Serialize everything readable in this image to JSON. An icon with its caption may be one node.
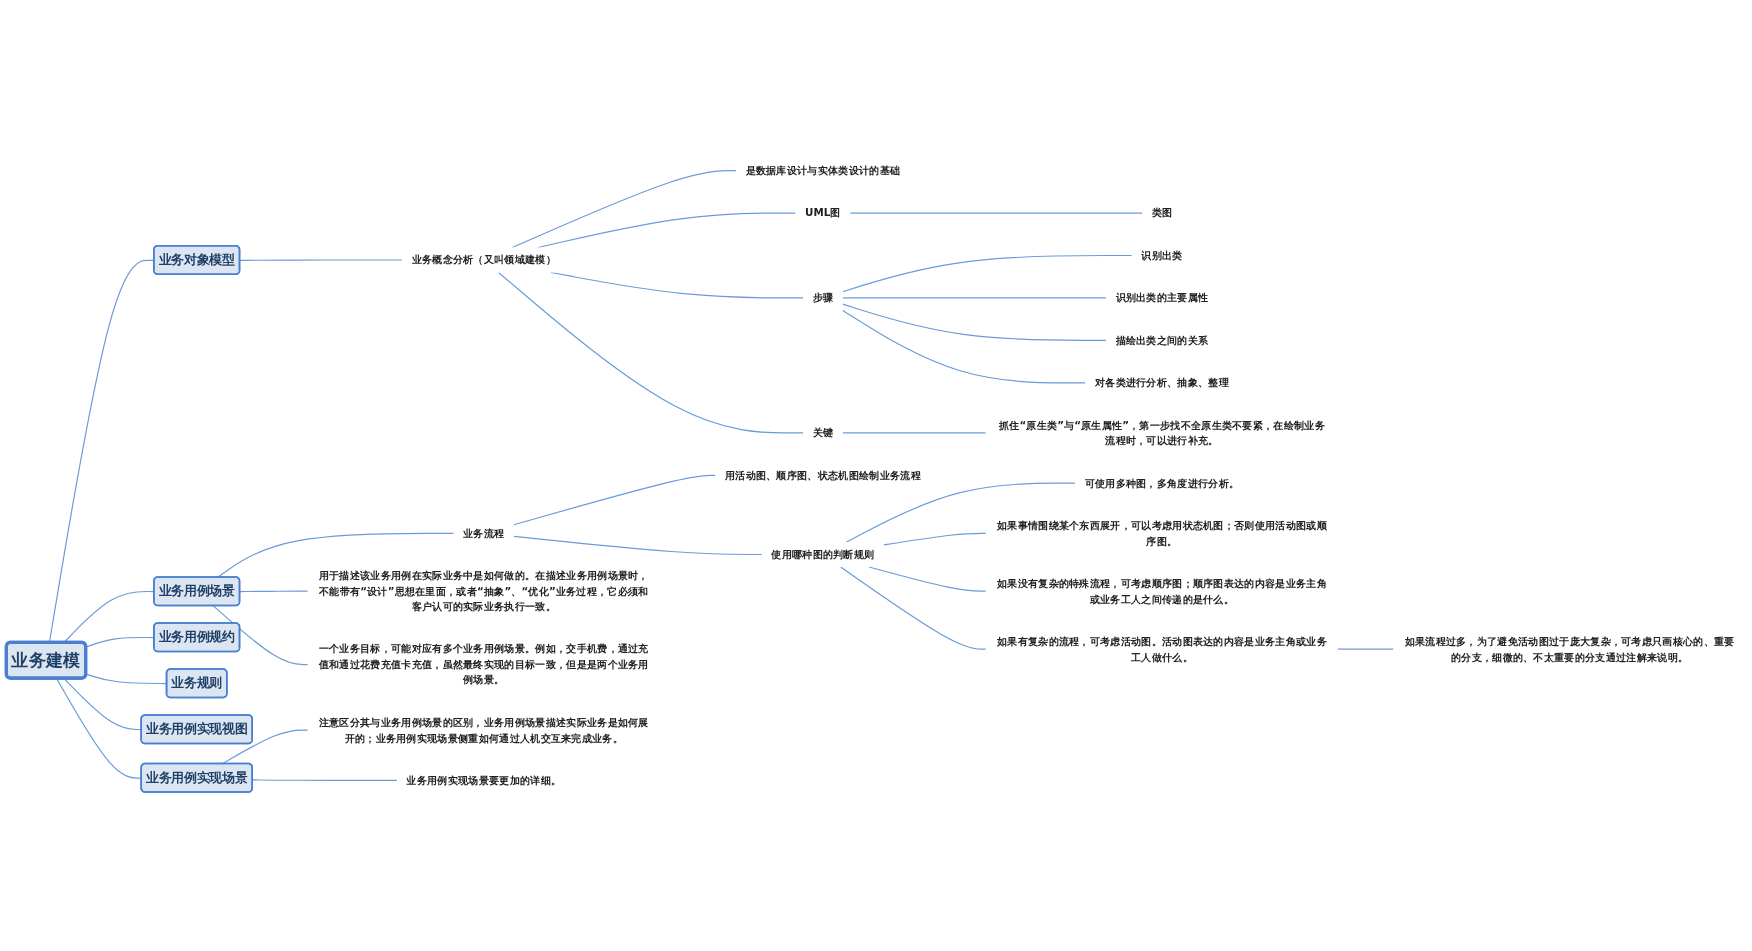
{
  "diagram": {
    "nodes": [
      {
        "text": [
          "业务建模"
        ]
      },
      {
        "text": [
          "业务对象模型"
        ]
      },
      {
        "text": [
          "业务概念分析（又叫领域建模）"
        ]
      },
      {
        "text": [
          "是数据库设计与实体类设计的基础"
        ]
      },
      {
        "text": [
          "UML图"
        ]
      },
      {
        "text": [
          "类图"
        ]
      },
      {
        "text": [
          "步骤"
        ]
      },
      {
        "text": [
          "识别出类"
        ]
      },
      {
        "text": [
          "识别出类的主要属性"
        ]
      },
      {
        "text": [
          "描绘出类之间的关系"
        ]
      },
      {
        "text": [
          "对各类进行分析、抽象、整理"
        ]
      },
      {
        "text": [
          "关键"
        ]
      },
      {
        "text": [
          "抓住“原生类”与“原生属性”，第一步找不全原生类不要紧，在绘制业务流程时，可以进行补充。"
        ]
      },
      {
        "text": [
          "业务用例场景"
        ]
      },
      {
        "text": [
          "业务流程"
        ]
      },
      {
        "text": [
          "用活动图、顺序图、状态机图绘制业务流程"
        ]
      },
      {
        "text": [
          "使用哪种图的判断规则"
        ]
      },
      {
        "text": [
          "可使用多种图，多角度进行分析。"
        ]
      },
      {
        "text": [
          "如果事情围绕某个东西展开，可以考虑用状态机图；否则使用活动图或顺序图。"
        ]
      },
      {
        "text": [
          "如果没有复杂的特殊流程，可考虑顺序图；顺序图表达的内容是业务主角或业务工人之间传递的是什么。"
        ]
      },
      {
        "text": [
          "如果有复杂的流程，可考虑活动图。活动图表达的内容是业务主角或业务工人做什么。"
        ]
      },
      {
        "text": [
          "如果流程过多，为了避免活动图过于庞大复杂，可考虑只画核心的、重要的分支，细微的、不太重要的分支通过注解来说明。"
        ]
      },
      {
        "text": [
          "用于描述该业务用例在实际业务中是如何做的。在描述业务用例场景时，不能带有“设计”思想在里面，或者“抽象”、“优化”业务过程，它必须和客户认可的实际业务执行一致。"
        ]
      },
      {
        "text": [
          "一个业务目标，可能对应有多个业务用例场景。例如，交手机费，通过充值和通过花费充值卡充值，虽然最终实现的目标一致，但是是两个业务用例场景。"
        ]
      },
      {
        "text": [
          "业务用例规约"
        ]
      },
      {
        "text": [
          "业务规则"
        ]
      },
      {
        "text": [
          "业务用例实现视图"
        ]
      },
      {
        "text": [
          "业务用例实现场景"
        ]
      },
      {
        "text": [
          "注意区分其与业务用例场景的区别，业务用例场景描述实际业务是如何展开的；业务用例实现场景侧重如何通过人机交互来完成业务。"
        ]
      },
      {
        "text": [
          "业务用例实现场景要更加的详细。"
        ]
      }
    ],
    "edges": [
      {
        "from": 0,
        "to": 1,
        "arrow": "none"
      },
      {
        "from": 1,
        "to": 2,
        "arrow": "none"
      },
      {
        "from": 2,
        "to": 3,
        "arrow": "none"
      },
      {
        "from": 2,
        "to": 4,
        "arrow": "none"
      },
      {
        "from": 4,
        "to": 5,
        "arrow": "none"
      },
      {
        "from": 2,
        "to": 6,
        "arrow": "none"
      },
      {
        "from": 6,
        "to": 7,
        "arrow": "none"
      },
      {
        "from": 6,
        "to": 8,
        "arrow": "none"
      },
      {
        "from": 6,
        "to": 9,
        "arrow": "none"
      },
      {
        "from": 6,
        "to": 10,
        "arrow": "none"
      },
      {
        "from": 2,
        "to": 11,
        "arrow": "none"
      },
      {
        "from": 11,
        "to": 12,
        "arrow": "none"
      },
      {
        "from": 0,
        "to": 13,
        "arrow": "none"
      },
      {
        "from": 13,
        "to": 14,
        "arrow": "none"
      },
      {
        "from": 14,
        "to": 15,
        "arrow": "none"
      },
      {
        "from": 14,
        "to": 16,
        "arrow": "none"
      },
      {
        "from": 16,
        "to": 17,
        "arrow": "none"
      },
      {
        "from": 16,
        "to": 18,
        "arrow": "none"
      },
      {
        "from": 16,
        "to": 19,
        "arrow": "none"
      },
      {
        "from": 16,
        "to": 20,
        "arrow": "none"
      },
      {
        "from": 20,
        "to": 21,
        "arrow": "none"
      },
      {
        "from": 13,
        "to": 22,
        "arrow": "none"
      },
      {
        "from": 13,
        "to": 23,
        "arrow": "none"
      },
      {
        "from": 0,
        "to": 24,
        "arrow": "none"
      },
      {
        "from": 0,
        "to": 25,
        "arrow": "none"
      },
      {
        "from": 0,
        "to": 26,
        "arrow": "none"
      },
      {
        "from": 0,
        "to": 27,
        "arrow": "none"
      },
      {
        "from": 27,
        "to": 28,
        "arrow": "none"
      },
      {
        "from": 27,
        "to": 29,
        "arrow": "none"
      }
    ]
  }
}
